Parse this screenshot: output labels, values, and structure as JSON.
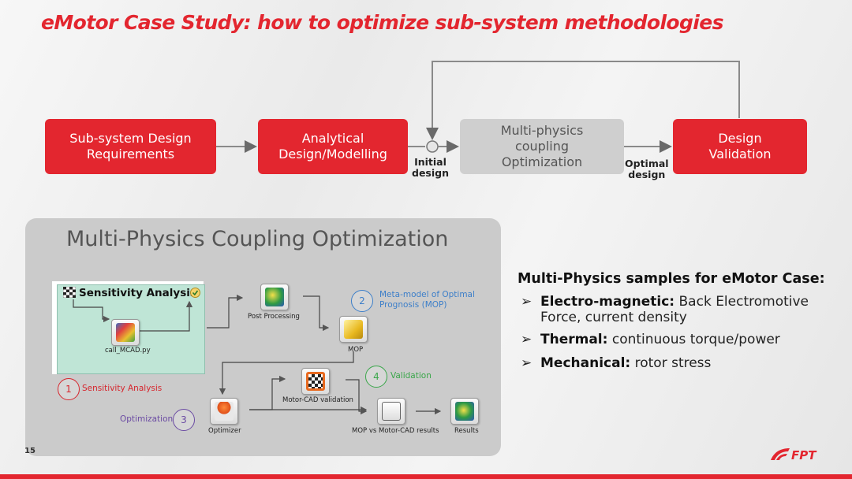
{
  "title": "eMotor Case Study: how to optimize sub-system methodologies",
  "flow": {
    "box1": "Sub-system Design\nRequirements",
    "box2": "Analytical\nDesign/Modelling",
    "box3": "Multi-physics\ncoupling\nOptimization",
    "box4": "Design\nValidation",
    "label_initial": "Initial\ndesign",
    "label_optimal": "Optimal\ndesign"
  },
  "panel": {
    "title": "Multi-Physics Coupling Optimization",
    "sensitivity_title": "Sensitivity Analysis",
    "nodes": {
      "call_mcad": "call_MCAD.py",
      "post_processing": "Post Processing",
      "mop": "MOP",
      "motorcad_validation": "Motor-CAD validation",
      "optimizer": "Optimizer",
      "mop_vs_mcad": "MOP vs Motor-CAD results",
      "results": "Results"
    },
    "badges": [
      {
        "num": "1",
        "label": "Sensitivity Analysis",
        "color": "#d6262e"
      },
      {
        "num": "2",
        "label": "Meta-model of Optimal\nPrognosis (MOP)",
        "color": "#3d7fc9"
      },
      {
        "num": "3",
        "label": "Optimization",
        "color": "#6b4ba3"
      },
      {
        "num": "4",
        "label": "Validation",
        "color": "#3aa64a"
      }
    ]
  },
  "samples": {
    "title": "Multi-Physics samples for eMotor Case:",
    "items": [
      {
        "bold": "Electro-magnetic:",
        "text": " Back Electromotive Force, current density"
      },
      {
        "bold": "Thermal:",
        "text": " continuous torque/power"
      },
      {
        "bold": "Mechanical:",
        "text": " rotor stress"
      }
    ],
    "bullet_symbol": "➢"
  },
  "page_number": "15",
  "logo_text": "FPT",
  "colors": {
    "accent": "#e3262f",
    "gray_box": "#cfcfcf",
    "panel": "#cbcbcb"
  }
}
